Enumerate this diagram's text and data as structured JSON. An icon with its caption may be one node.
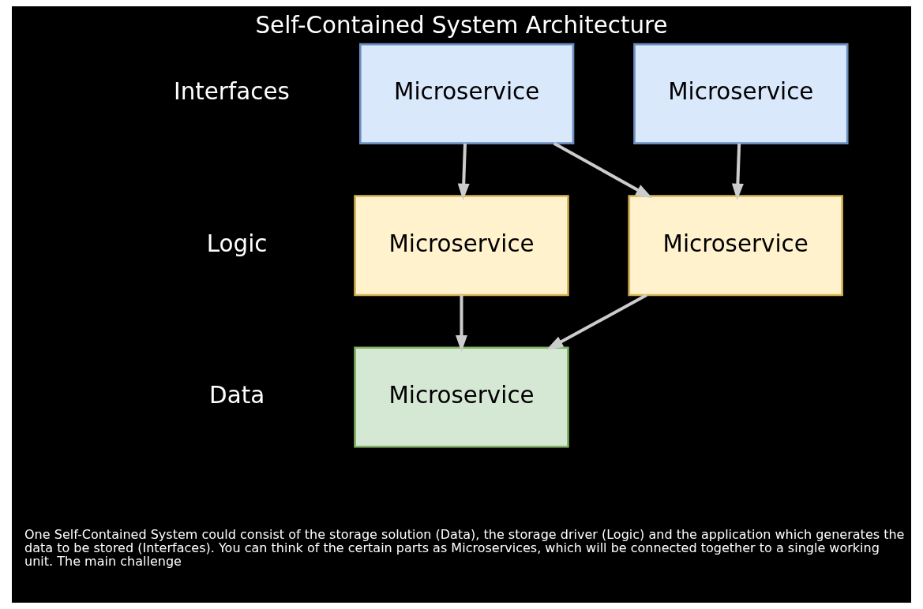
{
  "diagram": {
    "title": "Self-Contained System Architecture",
    "caption": "One Self-Contained System could consist of the storage solution (Data), the storage driver (Logic) and the application which generates the data to be stored (Interfaces). You can think of the certain parts as Microservices, which will be connected together to a single working unit. The main challenge",
    "nodes": [
      {
        "text": [
          "Microservice"
        ]
      },
      {
        "text": [
          "Microservice"
        ]
      },
      {
        "text": [
          "Microservice"
        ]
      },
      {
        "text": [
          "Microservice"
        ]
      },
      {
        "text": [
          "Microservice"
        ]
      }
    ],
    "edges": [
      {
        "from": 0,
        "to": 2,
        "arrow": "to"
      },
      {
        "from": 0,
        "to": 3,
        "arrow": "to"
      },
      {
        "from": 1,
        "to": 3,
        "arrow": "to"
      },
      {
        "from": 2,
        "to": 4,
        "arrow": "to"
      },
      {
        "from": 3,
        "to": 4,
        "arrow": "to"
      }
    ],
    "labels": [
      "Interfaces",
      "Logic",
      "Data"
    ]
  }
}
